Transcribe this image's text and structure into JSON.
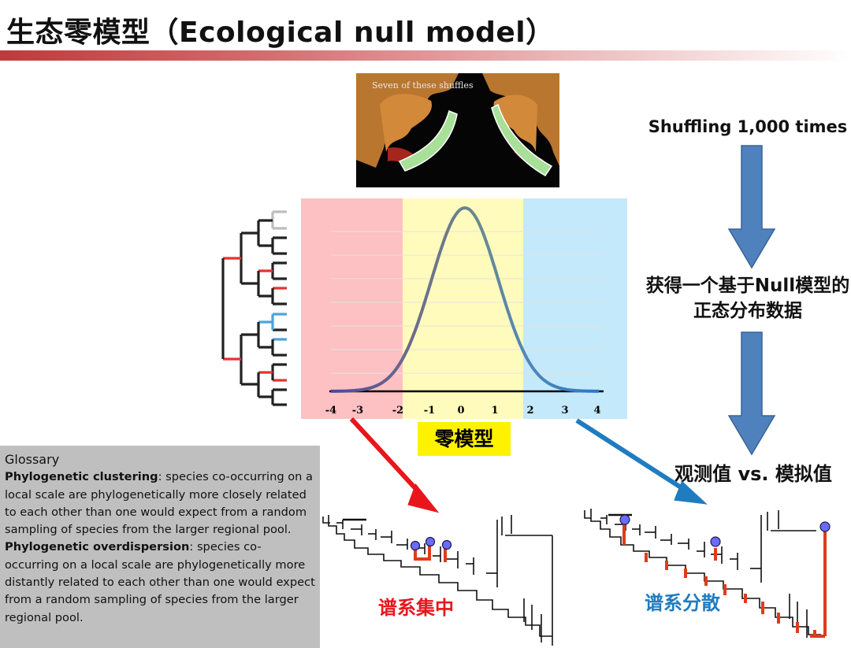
{
  "slide": {
    "title": "生态零模型（Ecological null model）"
  },
  "photo": {
    "caption": "Seven of these shuffles"
  },
  "distribution": {
    "tick_labels": [
      "-4",
      "-3",
      "-2",
      "-1",
      "0",
      "1",
      "2",
      "3",
      "4"
    ],
    "label": "零模型",
    "colors": {
      "left_tail": "#fdc0c3",
      "center": "#fffbbd",
      "right_tail": "#c3e9fb"
    }
  },
  "side_flow": {
    "shuffle_text": "Shuffling 1,000 times",
    "obtain_text": "获得一个基于Null模型的正态分布数据",
    "compare_text": "观测值 vs. 模拟值",
    "arrow_color": "#4f81bd"
  },
  "glossary": {
    "heading": "Glossary",
    "clustering_term": "Phylogenetic clustering",
    "clustering_def": ": species co-occurring on a local scale are phylogenetically more closely related to each other than one would expect from a random sampling of species from the larger regional pool.",
    "overdispersion_term": "Phylogenetic overdispersion",
    "overdispersion_def": ": species co-occurring on a local scale are phylogenetically more distantly related to each other than one would expect from a random sampling of species from the larger regional pool."
  },
  "outcomes": {
    "clustering_label": "谱系集中",
    "overdispersion_label": "谱系分散",
    "clustering_color": "#e8161b",
    "overdispersion_color": "#1f7cc1"
  }
}
